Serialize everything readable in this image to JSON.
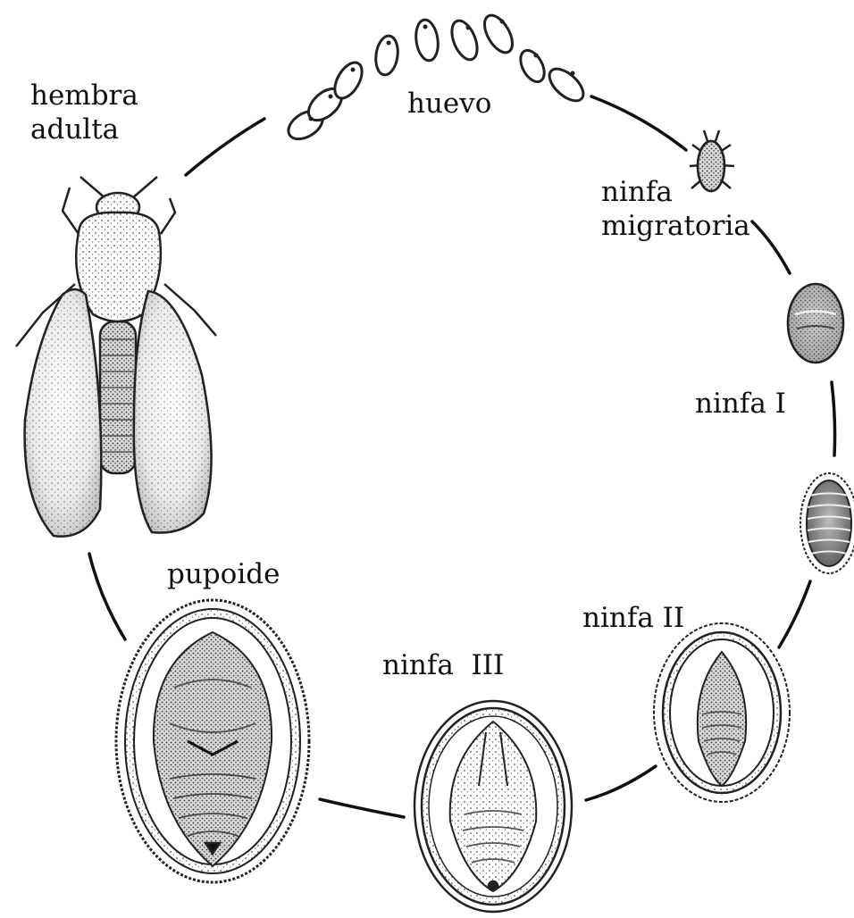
{
  "labels": {
    "adult": {
      "line1": "hembra",
      "line2": "adulta"
    },
    "egg": "huevo",
    "migratory": {
      "line1": "ninfa",
      "line2": "migratoria"
    },
    "nymph1": "ninfa I",
    "nymph2": "ninfa II",
    "nymph3": "ninfa  III",
    "pupa": "pupoide"
  },
  "colors": {
    "ink": "#111111",
    "shade": "#6e6e6e",
    "paper": "#ffffff"
  }
}
